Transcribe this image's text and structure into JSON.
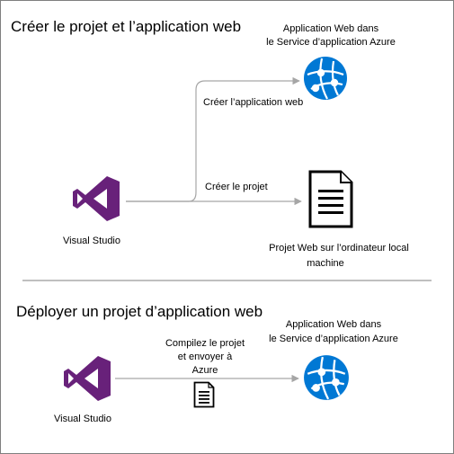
{
  "section1": {
    "title": "Créer le projet et l’application web",
    "azure_label_line1": "Application Web dans",
    "azure_label_line2": "le Service d’application Azure",
    "arrow_top_label": "Créer l’application web",
    "arrow_bottom_label": "Créer le projet",
    "vs_label": "Visual Studio",
    "doc_label_line1": "Projet Web sur l’ordinateur local",
    "doc_label_line2": "machine"
  },
  "section2": {
    "title": "Déployer un projet d’application web",
    "azure_label_line1": "Application Web dans",
    "azure_label_line2": "le Service d’application Azure",
    "arrow_label_line1": "Compilez le projet",
    "arrow_label_line2": "et envoyer à",
    "arrow_label_line3": "Azure",
    "vs_label": "Visual Studio"
  },
  "icons": {
    "visual_studio": "visual-studio-icon",
    "azure_web_app": "azure-web-app-icon",
    "document": "document-icon"
  },
  "colors": {
    "visual_studio_purple": "#68217a",
    "azure_blue": "#0078d4",
    "arrow_gray": "#a6a6a6",
    "divider_gray": "#7f7f7f"
  }
}
